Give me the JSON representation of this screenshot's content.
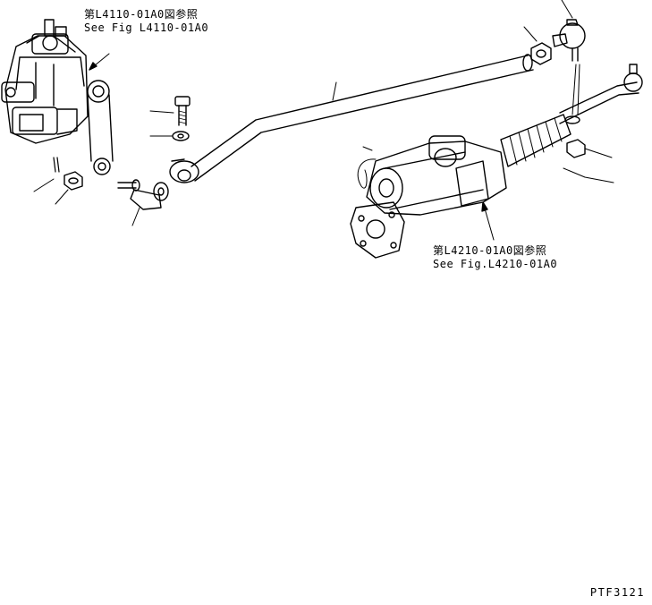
{
  "references": [
    {
      "line1": "第L4110-01A0図参照",
      "line2": "See Fig L4110-01A0"
    },
    {
      "line1": "第L4210-01A0図参照",
      "line2": "See Fig.L4210-01A0"
    }
  ],
  "figure_code": "PTF3121"
}
